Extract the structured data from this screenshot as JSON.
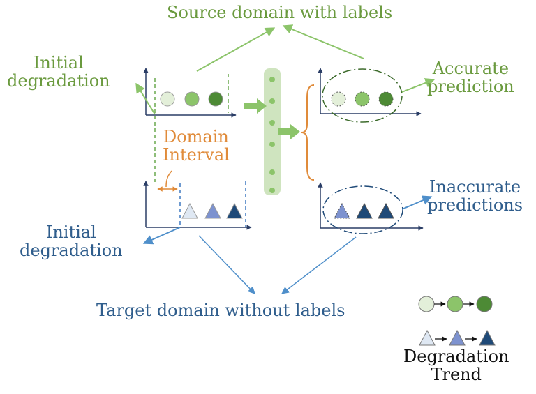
{
  "labels": {
    "source_domain": "Source domain with labels",
    "initial_degradation_source_line1": "Initial",
    "initial_degradation_source_line2": "degradation",
    "domain_interval_line1": "Domain",
    "domain_interval_line2": "Interval",
    "accurate_prediction_line1": "Accurate",
    "accurate_prediction_line2": "prediction",
    "inaccurate_predictions_line1": "Inaccurate",
    "inaccurate_predictions_line2": "predictions",
    "initial_degradation_target_line1": "Initial",
    "initial_degradation_target_line2": "degradation",
    "target_domain": "Target domain without labels",
    "legend_line1": "Degradation",
    "legend_line2": "Trend"
  },
  "colors": {
    "green_light": "#e3efd9",
    "green_mid": "#8cc46a",
    "green_dark": "#4d8a35",
    "green_text": "#6a9a3e",
    "blue_light": "#dfe8f3",
    "blue_mid": "#7d92cf",
    "blue_dark": "#1f4a78",
    "blue_text": "#2f5d8c",
    "orange": "#e08b3a",
    "network_bar": "#cfe4bf"
  }
}
